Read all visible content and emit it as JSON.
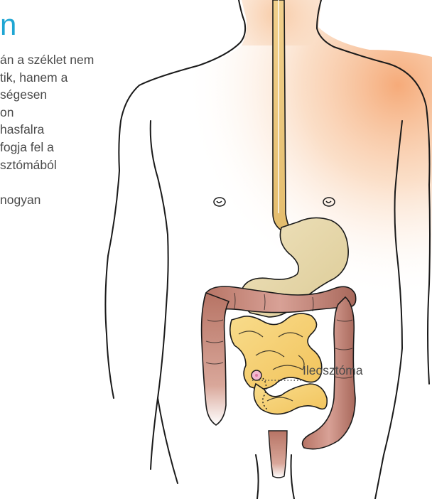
{
  "heading_fragment": "n",
  "body_lines": [
    "án a széklet nem",
    "tik, hanem a",
    "ségesen",
    "on",
    "hasfalra",
    "fogja fel a",
    "sztómából",
    "",
    "nogyan"
  ],
  "callout": {
    "label": "Ileosztóma"
  },
  "colors": {
    "heading": "#1fa6d3",
    "text": "#4a4a4a",
    "skin_warm": "#f6b98c",
    "colon": "#a8685b",
    "small_intestine": "#f5cf74",
    "stomach": "#ead7a8",
    "stoma": "#f3b8cf"
  }
}
